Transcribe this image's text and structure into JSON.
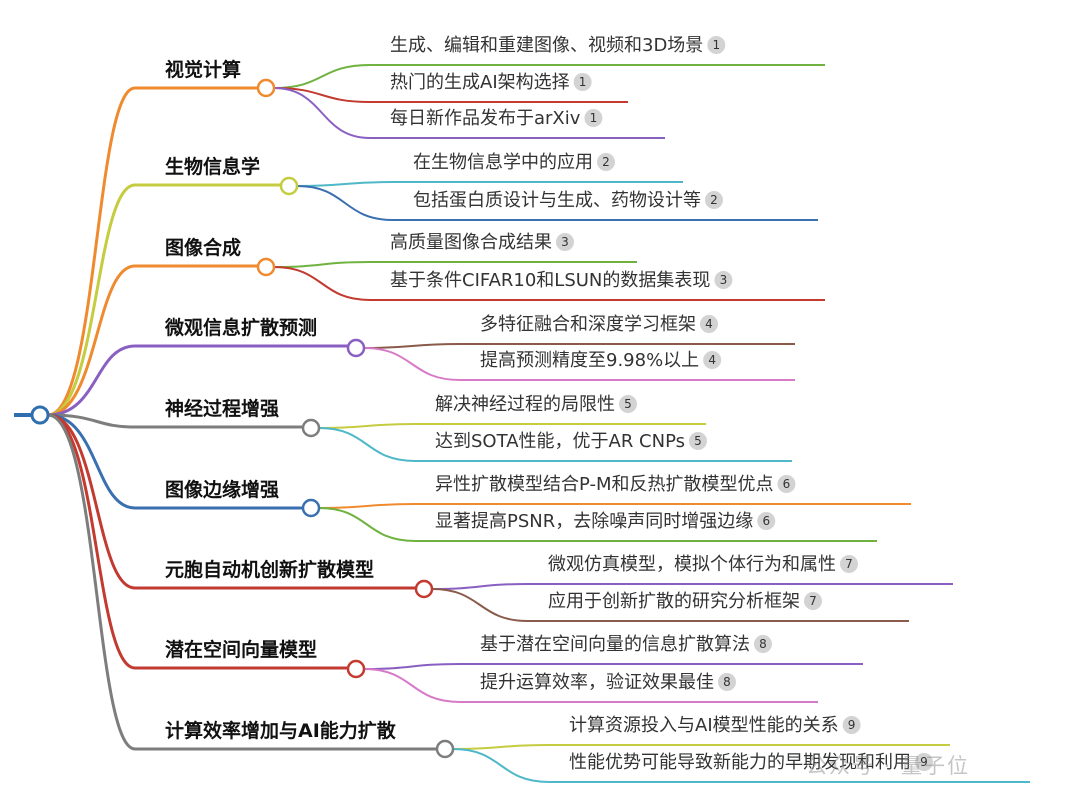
{
  "colors": {
    "root": "#2f6fb0",
    "orange": "#ef8a2f",
    "olive": "#c5cc3f",
    "purple": "#8a5fc2",
    "gray": "#7d7d7d",
    "blue": "#3a6fb0",
    "red": "#c23a30",
    "green": "#6fb23f",
    "cyan": "#4fb8c8",
    "brown": "#8a5a4a",
    "pink": "#d77ac8",
    "badge": "#d3d3d3"
  },
  "branches": [
    {
      "label": "视觉计算",
      "color": "orange",
      "leaves": [
        {
          "text": "生成、编辑和重建图像、视频和3D场景",
          "ref": "1",
          "color": "green"
        },
        {
          "text": "热门的生成AI架构选择",
          "ref": "1",
          "color": "red"
        },
        {
          "text": "每日新作品发布于arXiv",
          "ref": "1",
          "color": "purple"
        }
      ]
    },
    {
      "label": "生物信息学",
      "color": "olive",
      "leaves": [
        {
          "text": "在生物信息学中的应用",
          "ref": "2",
          "color": "cyan"
        },
        {
          "text": "包括蛋白质设计与生成、药物设计等",
          "ref": "2",
          "color": "blue"
        }
      ]
    },
    {
      "label": "图像合成",
      "color": "orange",
      "leaves": [
        {
          "text": "高质量图像合成结果",
          "ref": "3",
          "color": "green"
        },
        {
          "text": "基于条件CIFAR10和LSUN的数据集表现",
          "ref": "3",
          "color": "red"
        }
      ]
    },
    {
      "label": "微观信息扩散预测",
      "color": "purple",
      "leaves": [
        {
          "text": "多特征融合和深度学习框架",
          "ref": "4",
          "color": "brown"
        },
        {
          "text": "提高预测精度至9.98%以上",
          "ref": "4",
          "color": "pink"
        }
      ]
    },
    {
      "label": "神经过程增强",
      "color": "gray",
      "leaves": [
        {
          "text": "解决神经过程的局限性",
          "ref": "5",
          "color": "olive"
        },
        {
          "text": "达到SOTA性能，优于AR CNPs",
          "ref": "5",
          "color": "cyan"
        }
      ]
    },
    {
      "label": "图像边缘增强",
      "color": "blue",
      "leaves": [
        {
          "text": "异性扩散模型结合P-M和反热扩散模型优点",
          "ref": "6",
          "color": "orange"
        },
        {
          "text": "显著提高PSNR，去除噪声同时增强边缘",
          "ref": "6",
          "color": "green"
        }
      ]
    },
    {
      "label": "元胞自动机创新扩散模型",
      "color": "red",
      "leaves": [
        {
          "text": "微观仿真模型，模拟个体行为和属性",
          "ref": "7",
          "color": "purple"
        },
        {
          "text": "应用于创新扩散的研究分析框架",
          "ref": "7",
          "color": "brown"
        }
      ]
    },
    {
      "label": "潜在空间向量模型",
      "color": "red",
      "leaves": [
        {
          "text": "基于潜在空间向量的信息扩散算法",
          "ref": "8",
          "color": "purple"
        },
        {
          "text": "提升运算效率，验证效果最佳",
          "ref": "8",
          "color": "pink"
        }
      ]
    },
    {
      "label": "计算效率增加与AI能力扩散",
      "color": "gray",
      "leaves": [
        {
          "text": "计算资源投入与AI模型性能的关系",
          "ref": "9",
          "color": "olive"
        },
        {
          "text": "性能优势可能导致新能力的早期发现和利用",
          "ref": "9",
          "color": "cyan"
        }
      ]
    }
  ],
  "watermark": "公众号 · 量子位"
}
